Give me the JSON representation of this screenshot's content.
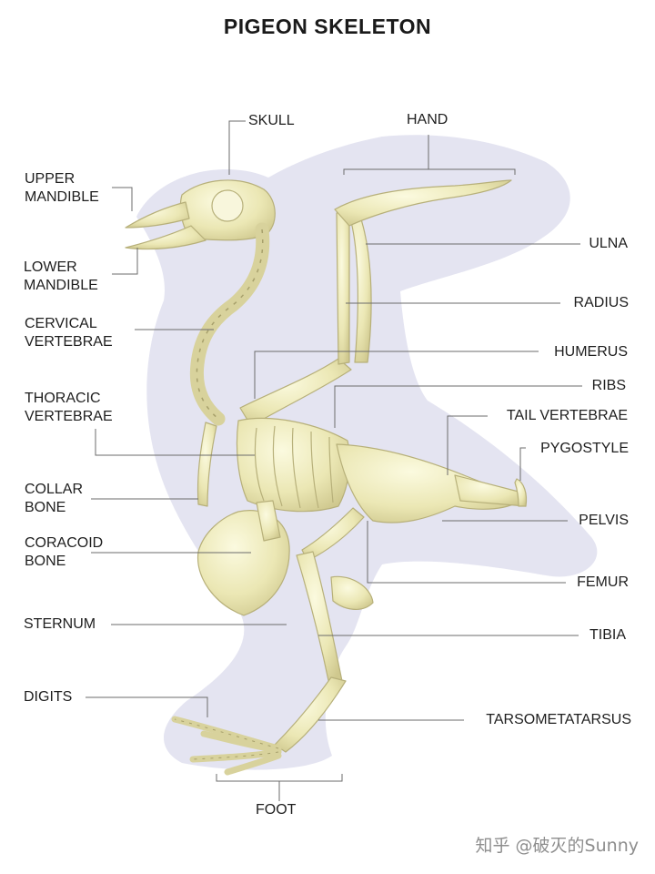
{
  "title": "PIGEON SKELETON",
  "labels": {
    "skull": "SKULL",
    "hand": "HAND",
    "upper_mandible": [
      "UPPER",
      "MANDIBLE"
    ],
    "lower_mandible": [
      "LOWER",
      "MANDIBLE"
    ],
    "cervical_vertebrae": [
      "CERVICAL",
      "VERTEBRAE"
    ],
    "thoracic_vertebrae": [
      "THORACIC",
      "VERTEBRAE"
    ],
    "collar_bone": [
      "COLLAR",
      "BONE"
    ],
    "coracoid_bone": [
      "CORACOID",
      "BONE"
    ],
    "sternum": "STERNUM",
    "digits": "DIGITS",
    "foot": "FOOT",
    "ulna": "ULNA",
    "radius": "RADIUS",
    "humerus": "HUMERUS",
    "ribs": "RIBS",
    "tail_vertebrae": "TAIL VERTEBRAE",
    "pygostyle": "PYGOSTYLE",
    "pelvis": "PELVIS",
    "femur": "FEMUR",
    "tibia": "TIBIA",
    "tarsometatarsus": "TARSOMETATARSUS"
  },
  "watermark": "知乎 @破灭的Sunny",
  "colors": {
    "silhouette": "#e4e4f1",
    "bone": "#efecbe",
    "bone_outline": "#b7b07a",
    "leader_line": "#6b6b6b"
  }
}
